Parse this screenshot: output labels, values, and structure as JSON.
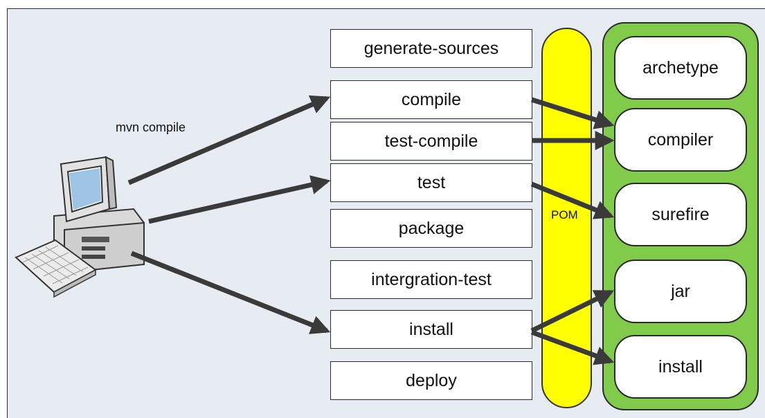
{
  "command": "mvn compile",
  "pom_label": "POM",
  "phases": [
    "generate-sources",
    "compile",
    "test-compile",
    "test",
    "package",
    "intergration-test",
    "install",
    "deploy"
  ],
  "plugins": [
    "archetype",
    "compiler",
    "surefire",
    "jar",
    "install"
  ],
  "colors": {
    "background": "#e7ebf2",
    "pom": "#ffff00",
    "plugin_group": "#80cc4a",
    "arrow": "#3a3a3a"
  },
  "icons": [
    "computer-icon"
  ]
}
